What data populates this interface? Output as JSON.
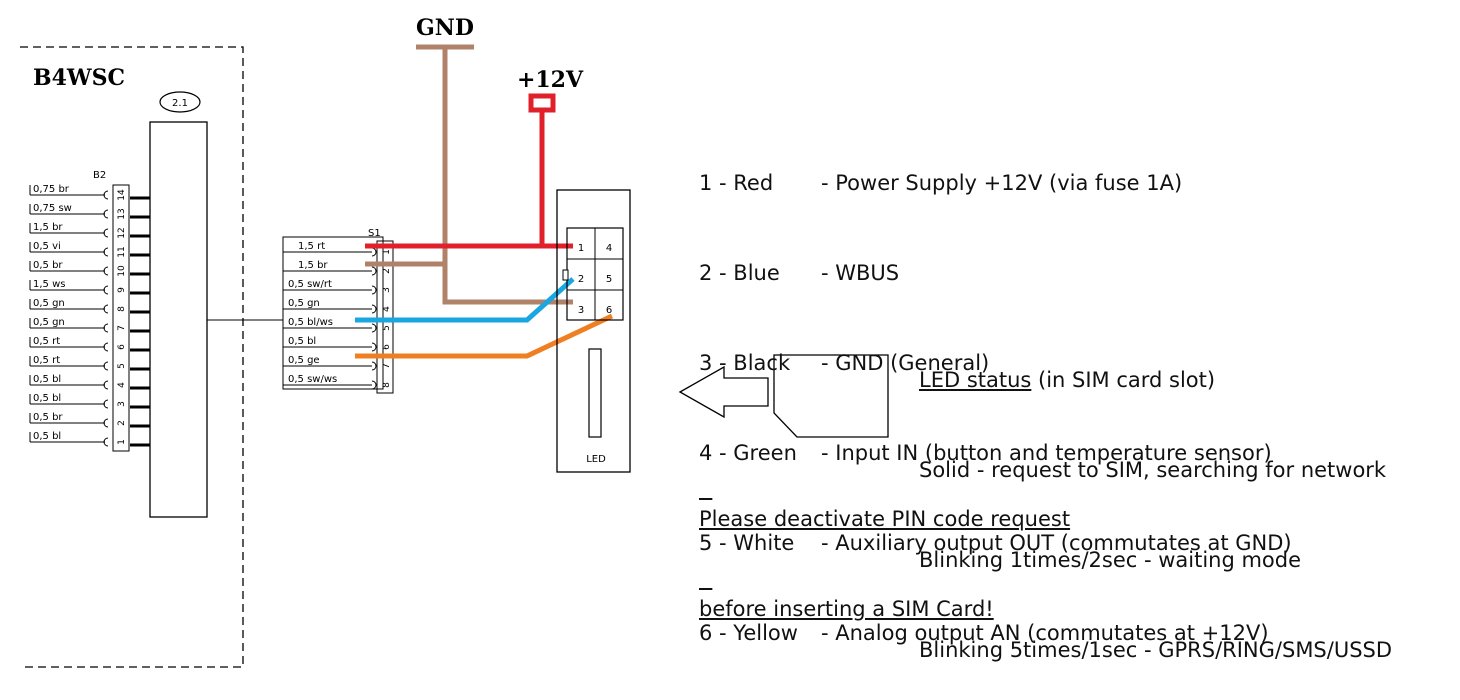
{
  "device": {
    "name": "B4WSC",
    "module_ref": "2.1",
    "connector_b2": "B2",
    "connector_s1": "S1"
  },
  "b2_wires": [
    {
      "label": "0,75 br",
      "pin": "14"
    },
    {
      "label": "0,75 sw",
      "pin": "13"
    },
    {
      "label": "1,5 br",
      "pin": "12"
    },
    {
      "label": "0,5 vi",
      "pin": "11"
    },
    {
      "label": "0,5 br",
      "pin": "10"
    },
    {
      "label": "1,5 ws",
      "pin": "9"
    },
    {
      "label": "0,5 gn",
      "pin": "8"
    },
    {
      "label": "0,5 gn",
      "pin": "7"
    },
    {
      "label": "0,5 rt",
      "pin": "6"
    },
    {
      "label": "0,5 rt",
      "pin": "5"
    },
    {
      "label": "0,5 bl",
      "pin": "4"
    },
    {
      "label": "0,5 bl",
      "pin": "3"
    },
    {
      "label": "0,5 br",
      "pin": "2"
    },
    {
      "label": "0,5 bl",
      "pin": "1"
    }
  ],
  "s1_wires": [
    {
      "label": "1,5 rt",
      "pin": "1"
    },
    {
      "label": "1,5 br",
      "pin": "2"
    },
    {
      "label": "0,5 sw/rt",
      "pin": "3"
    },
    {
      "label": "0,5 gn",
      "pin": "4"
    },
    {
      "label": "0,5 bl/ws",
      "pin": "5"
    },
    {
      "label": "0,5 bl",
      "pin": "6"
    },
    {
      "label": "0,5 ge",
      "pin": "7"
    },
    {
      "label": "0,5 sw/ws",
      "pin": "8"
    }
  ],
  "power": {
    "gnd_label": "GND",
    "v12_label": "+12V"
  },
  "module": {
    "pins": [
      "1",
      "2",
      "3",
      "4",
      "5",
      "6"
    ],
    "led_label": "LED"
  },
  "colors": {
    "red": "#e0202a",
    "brown": "#b0826a",
    "blue": "#1aa6e0",
    "orange": "#f07f22",
    "gnd_text": "#b07b5f",
    "v12_text": "#e0202a"
  },
  "legend": [
    {
      "num": "1 - Red",
      "desc": "- Power Supply +12V (via fuse 1A)"
    },
    {
      "num": "2 - Blue",
      "desc": "- WBUS"
    },
    {
      "num": "3 - Black",
      "desc": "- GND (General)"
    },
    {
      "num": "4 - Green",
      "desc": "- Input IN (button and temperature sensor)"
    },
    {
      "num": "5 - White",
      "desc": "- Auxiliary output OUT (commutates at GND)"
    },
    {
      "num": "6 - Yellow",
      "desc": "- Analog output AN (commutates at +12V)"
    }
  ],
  "led_status": {
    "title": "LED status",
    "title_suffix": " (in SIM card slot)",
    "lines": [
      "Solid - request to SIM, searching for network",
      "Blinking 1times/2sec - waiting mode",
      "Blinking 5times/1sec - GPRS/RING/SMS/USSD"
    ]
  },
  "warning": {
    "line1": "Please deactivate PIN code request",
    "line2": "before inserting a SIM Card!"
  }
}
